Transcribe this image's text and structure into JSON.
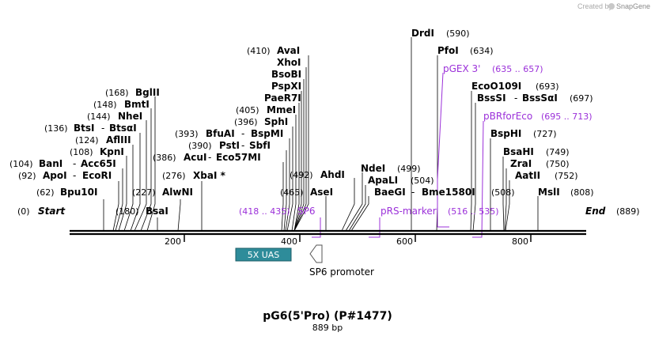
{
  "credit": {
    "prefix": "Created by",
    "brand": "SnapGene"
  },
  "title": "pG6(5'Pro) (P#1477)",
  "length_label": "889 bp",
  "ends": {
    "start": "Start",
    "start_pos": "(0)",
    "end": "End",
    "end_pos": "(889)"
  },
  "scale_ticks": [
    "200",
    "400",
    "600",
    "800"
  ],
  "enzymes": [
    {
      "label": "Bpu10I",
      "pos": "(62)"
    },
    {
      "label": "ApoI",
      "sep": "-",
      "label2": "EcoRI",
      "pos": "(92)"
    },
    {
      "label": "BanI",
      "sep": "-",
      "label2": "Acc65I",
      "pos": "(104)"
    },
    {
      "label": "KpnI",
      "pos": "(108)"
    },
    {
      "label": "AflIII",
      "pos": "(124)"
    },
    {
      "label": "BtsI",
      "sep": "-",
      "label2": "BtsαI",
      "pos": "(136)"
    },
    {
      "label": "NheI",
      "pos": "(144)"
    },
    {
      "label": "BmtI",
      "pos": "(148)"
    },
    {
      "label": "BglII",
      "pos": "(168)"
    },
    {
      "label": "BsaI",
      "pos": "(180)"
    },
    {
      "label": "AlwNI",
      "pos": "(227)"
    },
    {
      "label": "XbaI *",
      "pos": "(276)"
    },
    {
      "label": "AcuI",
      "sep": "-",
      "label2": "Eco57MI",
      "pos": "(386)"
    },
    {
      "label": "PstI",
      "sep": "-",
      "label2": "SbfI",
      "pos": "(390)"
    },
    {
      "label": "BfuAI",
      "sep": "-",
      "label2": "BspMI",
      "pos": "(393)"
    },
    {
      "label": "SphI",
      "pos": "(396)"
    },
    {
      "label": "MmeI",
      "pos": "(405)"
    },
    {
      "label": "PaeR7I"
    },
    {
      "label": "PspXI"
    },
    {
      "label": "BsoBI"
    },
    {
      "label": "XhoI"
    },
    {
      "label": "AvaI",
      "pos": "(410)"
    },
    {
      "label": "AseI",
      "pos": "(465)"
    },
    {
      "label": "AhdI",
      "pos": "(492)"
    },
    {
      "label": "NdeI",
      "pos": "(499)"
    },
    {
      "label": "ApaLI",
      "pos": "(504)"
    },
    {
      "label": "BaeGI",
      "sep": "-",
      "label2": "Bme1580I",
      "pos": "(508)"
    },
    {
      "label": "DrdI",
      "pos": "(590)"
    },
    {
      "label": "PfoI",
      "pos": "(634)"
    },
    {
      "label": "EcoO109I",
      "pos": "(693)"
    },
    {
      "label": "BssSI",
      "sep": "-",
      "label2": "BssSαI",
      "pos": "(697)"
    },
    {
      "label": "BspHI",
      "pos": "(727)"
    },
    {
      "label": "BsaHI",
      "pos": "(749)"
    },
    {
      "label": "ZraI",
      "pos": "(750)"
    },
    {
      "label": "AatII",
      "pos": "(752)"
    },
    {
      "label": "MslI",
      "pos": "(808)"
    }
  ],
  "primers": [
    {
      "name": "SP6",
      "span": "(418 .. 435)"
    },
    {
      "name": "pRS-marker",
      "span": "(516 .. 535)"
    },
    {
      "name": "pGEX 3'",
      "span": "(635 .. 657)"
    },
    {
      "name": "pBRforEco",
      "span": "(695 .. 713)"
    }
  ],
  "features": [
    {
      "label": "5X UAS",
      "color": "#2e8c9a"
    },
    {
      "label": "SP6 promoter",
      "color": "#ffffff"
    }
  ],
  "colors": {
    "primer": "#9b30d9",
    "backbone": "#000000",
    "uas": "#2e8c9a"
  }
}
